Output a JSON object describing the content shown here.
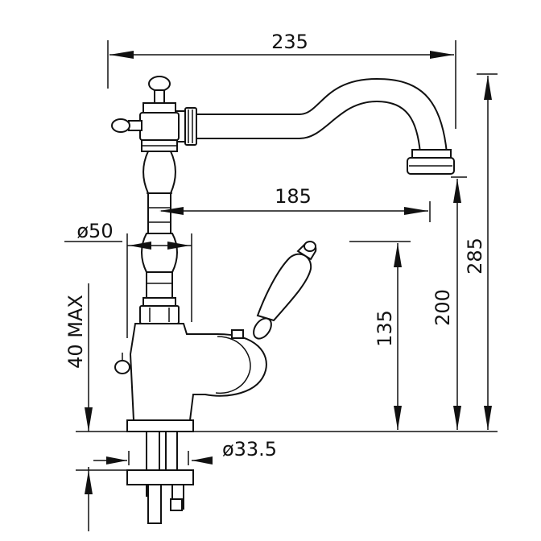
{
  "drawing": {
    "dimensions": {
      "overall_length": "235",
      "spout_reach": "185",
      "body_diameter": "ø50",
      "shank_diameter": "ø33.5",
      "max_deck_thickness": "40 MAX",
      "handle_height": "135",
      "spout_outlet_height": "200",
      "overall_height": "285"
    }
  },
  "colors": {
    "line": "#111111",
    "background": "#ffffff"
  }
}
